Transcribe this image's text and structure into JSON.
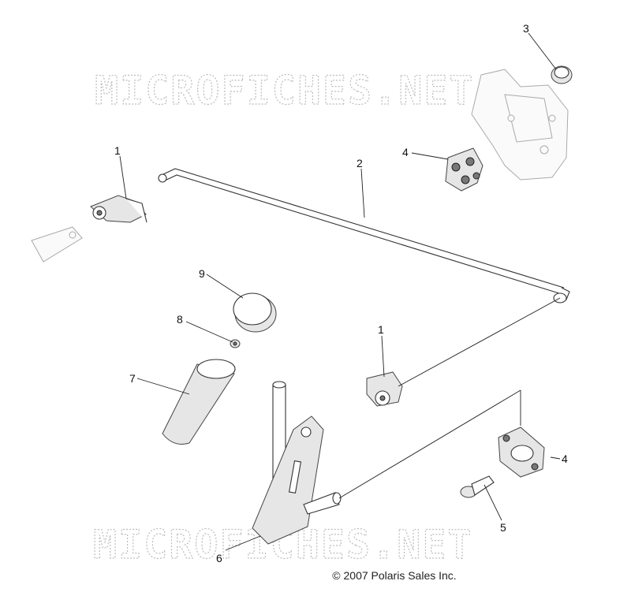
{
  "watermark": {
    "text": "MICROFICHES.NET"
  },
  "callouts": [
    {
      "id": "c1a",
      "label": "1"
    },
    {
      "id": "c1b",
      "label": "1"
    },
    {
      "id": "c2",
      "label": "2"
    },
    {
      "id": "c3",
      "label": "3"
    },
    {
      "id": "c4a",
      "label": "4"
    },
    {
      "id": "c4b",
      "label": "4"
    },
    {
      "id": "c5",
      "label": "5"
    },
    {
      "id": "c6",
      "label": "6"
    },
    {
      "id": "c7",
      "label": "7"
    },
    {
      "id": "c8",
      "label": "8"
    },
    {
      "id": "c9",
      "label": "9"
    }
  ],
  "copyright": "© 2007  Polaris Sales Inc."
}
